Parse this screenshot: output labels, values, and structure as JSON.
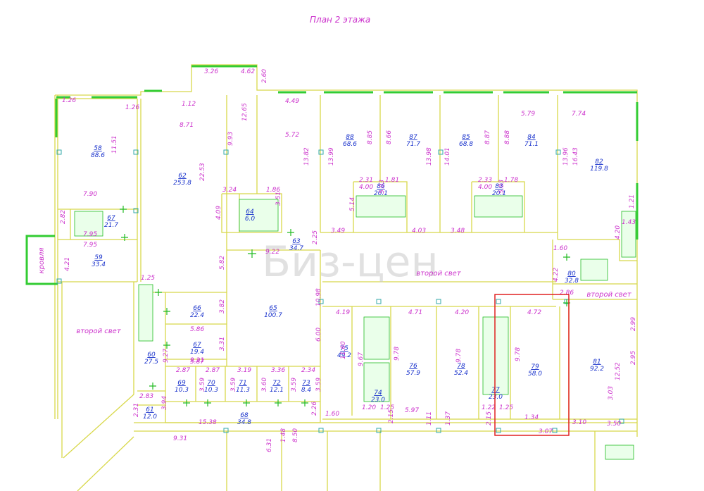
{
  "title": "План 2 этажа",
  "watermark": "Биз-цен",
  "rooms": [
    {
      "num": "58",
      "area": "88.6"
    },
    {
      "num": "59",
      "area": "33.4"
    },
    {
      "num": "60",
      "area": "27.5"
    },
    {
      "num": "61",
      "area": "12.0"
    },
    {
      "num": "62",
      "area": "253.8"
    },
    {
      "num": "63",
      "area": "34.7"
    },
    {
      "num": "64",
      "area": "6.0"
    },
    {
      "num": "65",
      "area": "100.7"
    },
    {
      "num": "66",
      "area": "22.4"
    },
    {
      "num": "67",
      "area": "19.4"
    },
    {
      "num": "67",
      "area": "21.7"
    },
    {
      "num": "68",
      "area": "34.8"
    },
    {
      "num": "69",
      "area": "10.3"
    },
    {
      "num": "70",
      "area": "10.3"
    },
    {
      "num": "71",
      "area": "11.3"
    },
    {
      "num": "72",
      "area": "12.1"
    },
    {
      "num": "73",
      "area": "8.4"
    },
    {
      "num": "74",
      "area": "23.0"
    },
    {
      "num": "75",
      "area": "49.2"
    },
    {
      "num": "76",
      "area": "57.9"
    },
    {
      "num": "77",
      "area": "23.0"
    },
    {
      "num": "78",
      "area": "52.4"
    },
    {
      "num": "79",
      "area": "58.0"
    },
    {
      "num": "80",
      "area": "32.8"
    },
    {
      "num": "81",
      "area": "92.2"
    },
    {
      "num": "82",
      "area": "119.8"
    },
    {
      "num": "83",
      "area": "20.1"
    },
    {
      "num": "84",
      "area": "71.1"
    },
    {
      "num": "85",
      "area": "68.8"
    },
    {
      "num": "86",
      "area": "20.1"
    },
    {
      "num": "87",
      "area": "71.7"
    },
    {
      "num": "88",
      "area": "68.6"
    }
  ],
  "notes": [
    "второй свет",
    "второй свет",
    "второй свет",
    "кровля"
  ],
  "dimensions": [
    "1.26",
    "1.26",
    "11.51",
    "7.90",
    "2.82",
    "7.95",
    "7.95",
    "4.21",
    "1.25",
    "3.26",
    "4.62",
    "2.60",
    "1.12",
    "8.71",
    "22.53",
    "9.93",
    "12.65",
    "3.24",
    "1.86",
    "4.09",
    "3.51",
    "4.49",
    "5.72",
    "13.82",
    "3.49",
    "5.82",
    "9.22",
    "2.25",
    "8.85",
    "13.99",
    "2.31",
    "1.81",
    "4.00",
    "5.03",
    "5.14",
    "8.66",
    "13.98",
    "4.03",
    "3.48",
    "14.01",
    "2.33",
    "1.78",
    "4.00",
    "5.03",
    "8.88",
    "13.96",
    "5.79",
    "8.87",
    "7.74",
    "16.43",
    "4.20",
    "1.21",
    "1.43",
    "1.60",
    "4.22",
    "2.86",
    "3.82",
    "5.86",
    "3.31",
    "5.87",
    "10.98",
    "6.00",
    "9.21",
    "9.27",
    "2.87",
    "2.87",
    "3.19",
    "3.36",
    "2.34",
    "3.59",
    "3.59",
    "3.60",
    "3.59",
    "3.59",
    "2.83",
    "3.94",
    "2.31",
    "15.38",
    "2.26",
    "1.60",
    "4.19",
    "11.60",
    "9.67",
    "9.78",
    "4.71",
    "4.20",
    "9.78",
    "9.78",
    "4.72",
    "1.20",
    "1.25",
    "5.97",
    "2.15",
    "1.11",
    "1.37",
    "1.22",
    "1.25",
    "2.15",
    "1.34",
    "3.07",
    "3.10",
    "3.50",
    "12.52",
    "2.99",
    "2.95",
    "3.03",
    "9.31",
    "6.31",
    "1.48",
    "8.50"
  ]
}
